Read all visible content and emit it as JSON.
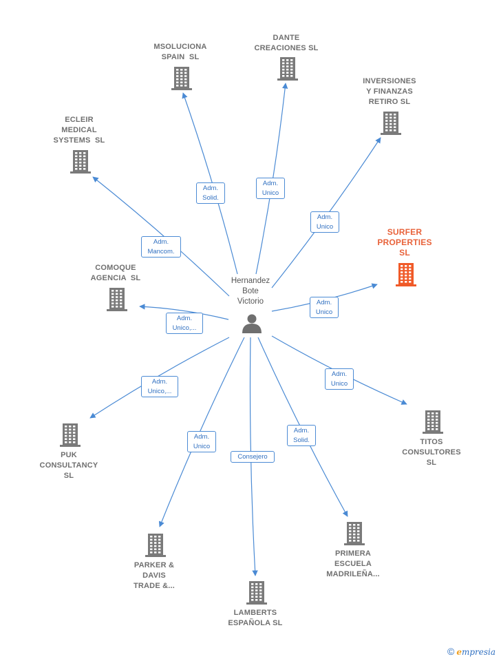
{
  "center": {
    "lines": [
      "Hernandez",
      "Bote",
      "Victorio"
    ]
  },
  "colors": {
    "edge": "#4a8ad4",
    "building": "#7a7a7a",
    "highlight": "#f05a28",
    "person": "#6f6f6f"
  },
  "companies": [
    {
      "id": "msoluciona",
      "lines": [
        "MSOLUCIONA",
        "SPAIN  SL"
      ],
      "role": [
        "Adm.",
        "Solid."
      ],
      "highlight": false
    },
    {
      "id": "dante",
      "lines": [
        "DANTE",
        "CREACIONES SL"
      ],
      "role": [
        "Adm.",
        "Unico"
      ],
      "highlight": false
    },
    {
      "id": "inversiones",
      "lines": [
        "INVERSIONES",
        "Y FINANZAS",
        "RETIRO SL"
      ],
      "role": [
        "Adm.",
        "Unico"
      ],
      "highlight": false
    },
    {
      "id": "ecleir",
      "lines": [
        "ECLEIR",
        "MEDICAL",
        "SYSTEMS  SL"
      ],
      "role": [
        "Adm.",
        "Mancom."
      ],
      "highlight": false
    },
    {
      "id": "surfer",
      "lines": [
        "SURFER",
        "PROPERTIES",
        "SL"
      ],
      "role": [
        "Adm.",
        "Unico"
      ],
      "highlight": true
    },
    {
      "id": "comoque",
      "lines": [
        "COMOQUE",
        "AGENCIA  SL"
      ],
      "role": [
        "Adm.",
        "Unico,..."
      ],
      "highlight": false
    },
    {
      "id": "titos",
      "lines": [
        "TITOS",
        "CONSULTORES",
        "SL"
      ],
      "role": [
        "Adm.",
        "Unico"
      ],
      "highlight": false
    },
    {
      "id": "puk",
      "lines": [
        "PUK",
        "CONSULTANCY",
        "SL"
      ],
      "role": [
        "Adm.",
        "Unico,..."
      ],
      "highlight": false
    },
    {
      "id": "parker",
      "lines": [
        "PARKER &",
        "DAVIS",
        "TRADE &..."
      ],
      "role": [
        "Adm.",
        "Unico"
      ],
      "highlight": false
    },
    {
      "id": "lamberts",
      "lines": [
        "LAMBERTS",
        "ESPAÑOLA SL"
      ],
      "role": [
        "Consejero"
      ],
      "highlight": false
    },
    {
      "id": "primera",
      "lines": [
        "PRIMERA",
        "ESCUELA",
        "MADRILEÑA..."
      ],
      "role": [
        "Adm.",
        "Solid."
      ],
      "highlight": false
    }
  ],
  "footer": {
    "copyright": "©",
    "brand_first": "e",
    "brand_rest": "mpresia"
  }
}
